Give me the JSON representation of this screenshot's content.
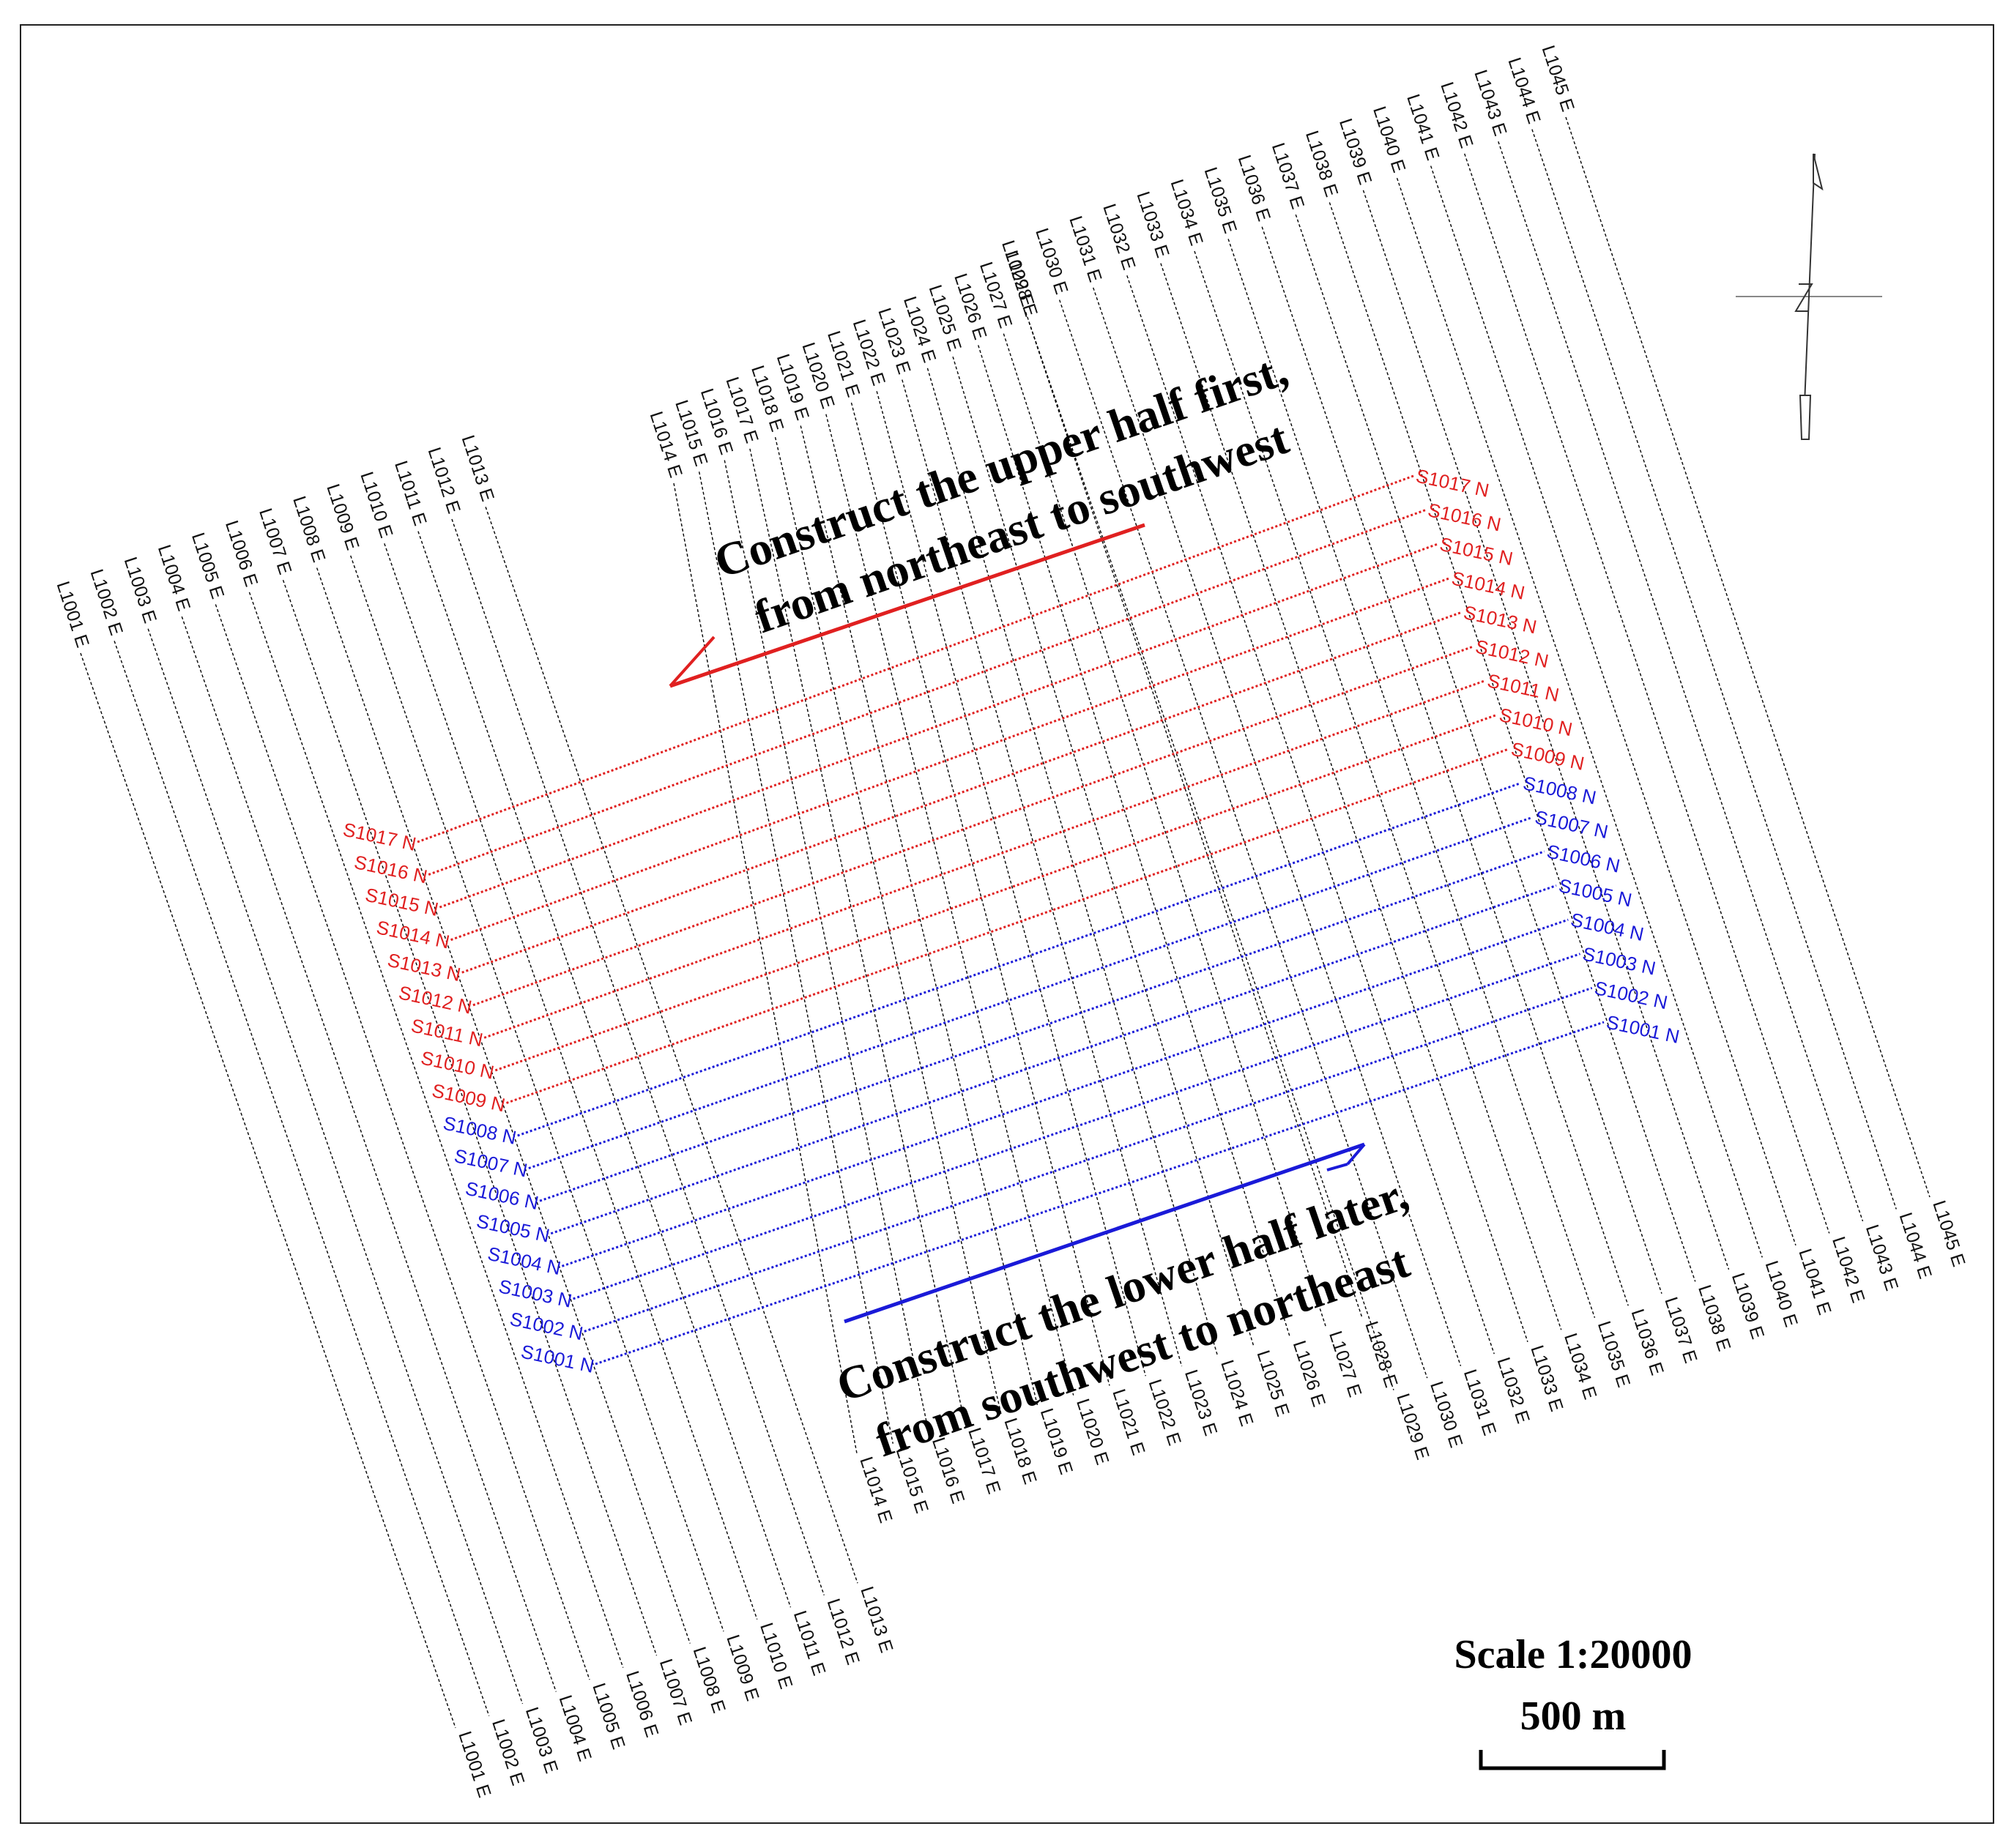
{
  "receiver_lines": {
    "labels": [
      "L1001 E",
      "L1002 E",
      "L1003 E",
      "L1004 E",
      "L1005 E",
      "L1006 E",
      "L1007 E",
      "L1008 E",
      "L1009 E",
      "L1010 E",
      "L1011 E",
      "L1012 E",
      "L1013 E",
      "L1014 E",
      "L1015 E",
      "L1016 E",
      "L1017 E",
      "L1018 E",
      "L1019 E",
      "L1020 E",
      "L1021 E",
      "L1022 E",
      "L1023 E",
      "L1024 E",
      "L1025 E",
      "L1026 E",
      "L1027 E",
      "L1028 E",
      "L1029 E",
      "L1030 E",
      "L1031 E",
      "L1032 E",
      "L1033 E",
      "L1034 E",
      "L1035 E",
      "L1036 E",
      "L1037 E",
      "L1038 E",
      "L1039 E",
      "L1040 E",
      "L1041 E",
      "L1042 E",
      "L1043 E",
      "L1044 E",
      "L1045 E"
    ],
    "color": "#000000"
  },
  "source_lines": {
    "upper": {
      "labels": [
        "S1009 N",
        "S1010 N",
        "S1011 N",
        "S1012 N",
        "S1013 N",
        "S1014 N",
        "S1015 N",
        "S1016 N",
        "S1017 N"
      ],
      "color": "#e02020"
    },
    "lower": {
      "labels": [
        "S1001 N",
        "S1002 N",
        "S1003 N",
        "S1004 N",
        "S1005 N",
        "S1006 N",
        "S1007 N",
        "S1008 N"
      ],
      "color": "#1a1ad8"
    }
  },
  "annotations": {
    "upper_note_line1": "Construct the upper half first,",
    "upper_note_line2": "from northeast to southwest",
    "lower_note_line1": "Construct the lower half later,",
    "lower_note_line2": "from southwest to northeast",
    "upper_arrow_color": "#e02020",
    "lower_arrow_color": "#1a1ad8"
  },
  "north_arrow": {
    "icon": "north-arrow-icon"
  },
  "scale": {
    "label": "Scale 1:20000",
    "distance": "500 m"
  }
}
